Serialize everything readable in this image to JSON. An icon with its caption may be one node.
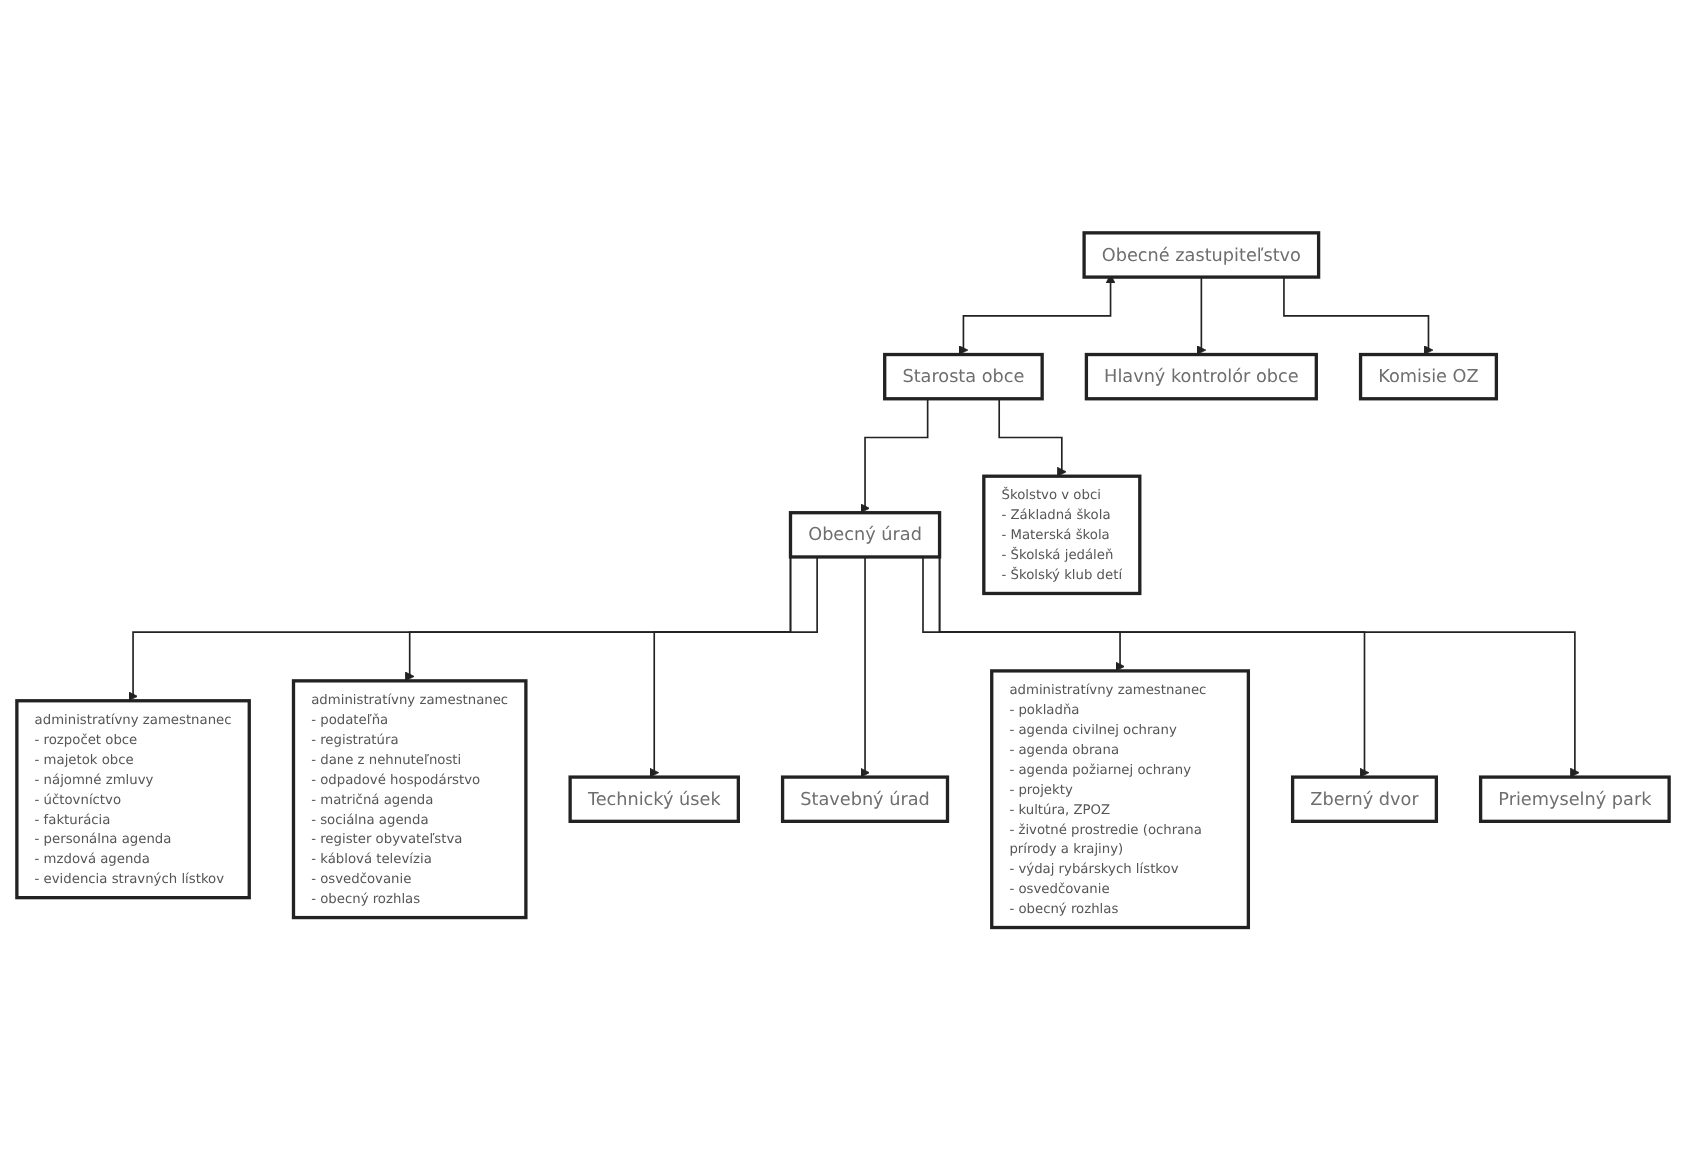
{
  "diagram": {
    "nodes": [
      {
        "text": [
          "Obecné zastupiteľstvo"
        ]
      },
      {
        "text": [
          "Starosta obce"
        ]
      },
      {
        "text": [
          "Hlavný kontrolór obce"
        ]
      },
      {
        "text": [
          "Komisie OZ"
        ]
      },
      {
        "text": [
          "Obecný úrad"
        ]
      },
      {
        "text": [
          "Školstvo v obci",
          "- Základná škola",
          "- Materská škola",
          "- Školská jedáleň",
          "- Školský klub detí"
        ]
      },
      {
        "text": [
          "administratívny zamestnanec",
          "- rozpočet obce",
          "- majetok obce",
          "- nájomné zmluvy",
          "- účtovníctvo",
          "- fakturácia",
          "- personálna agenda",
          "- mzdová agenda",
          "- evidencia stravných lístkov"
        ]
      },
      {
        "text": [
          "administratívny zamestnanec",
          "- podateľňa",
          "- registratúra",
          "- dane z nehnuteľnosti",
          "- odpadové hospodárstvo",
          "- matričná agenda",
          "- sociálna agenda",
          "- register obyvateľstva",
          "- káblová televízia",
          "- osvedčovanie",
          "- obecný rozhlas"
        ]
      },
      {
        "text": [
          "Technický úsek"
        ]
      },
      {
        "text": [
          "Stavebný úrad"
        ]
      },
      {
        "text": [
          "administratívny zamestnanec",
          "- pokladňa",
          "- agenda civilnej ochrany",
          "- agenda obrana",
          "- agenda požiarnej ochrany",
          "- projekty",
          "- kultúra, ZPOZ",
          "- životné prostredie (ochrana prírody a krajiny)",
          "- výdaj rybárskych lístkov",
          "- osvedčovanie",
          "- obecný rozhlas"
        ]
      },
      {
        "text": [
          "Zberný dvor"
        ]
      },
      {
        "text": [
          "Priemyselný park"
        ]
      }
    ],
    "edges": [
      {
        "from": 0,
        "to": 1,
        "arrow": "both"
      },
      {
        "from": 0,
        "to": 2,
        "arrow": "to"
      },
      {
        "from": 0,
        "to": 3,
        "arrow": "to"
      },
      {
        "from": 1,
        "to": 4,
        "arrow": "to"
      },
      {
        "from": 1,
        "to": 5,
        "arrow": "to"
      },
      {
        "from": 4,
        "to": 6,
        "arrow": "to"
      },
      {
        "from": 4,
        "to": 7,
        "arrow": "to"
      },
      {
        "from": 4,
        "to": 8,
        "arrow": "to"
      },
      {
        "from": 4,
        "to": 9,
        "arrow": "to"
      },
      {
        "from": 4,
        "to": 10,
        "arrow": "to"
      },
      {
        "from": 4,
        "to": 11,
        "arrow": "to"
      },
      {
        "from": 4,
        "to": 12,
        "arrow": "to"
      }
    ]
  }
}
